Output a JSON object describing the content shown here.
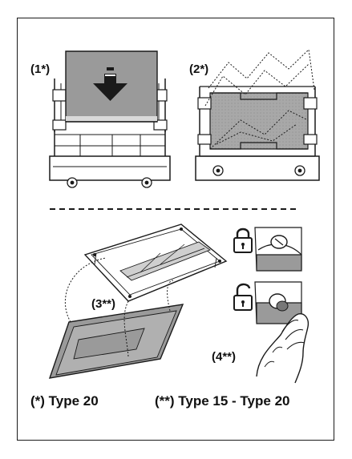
{
  "step_labels": {
    "step1": "(1*)",
    "step2": "(2*)",
    "step3": "(3**)",
    "step4": "(4**)"
  },
  "captions": {
    "left": "(*) Type 20",
    "right": "(**) Type 15 - Type 20"
  },
  "icons": {
    "step1": "drawer-insert-panel-arrow-icon",
    "step2": "drawer-remove-panel-icon",
    "step3": "panel-underside-hinge-icon",
    "lock_closed": "padlock-closed-icon",
    "lock_open": "padlock-open-icon",
    "hand": "hand-turning-screw-icon"
  },
  "colors": {
    "panel_fill": "#9a9a9a",
    "panel_dark": "#6e6e6e",
    "line": "#1a1a1a",
    "background": "#ffffff"
  }
}
